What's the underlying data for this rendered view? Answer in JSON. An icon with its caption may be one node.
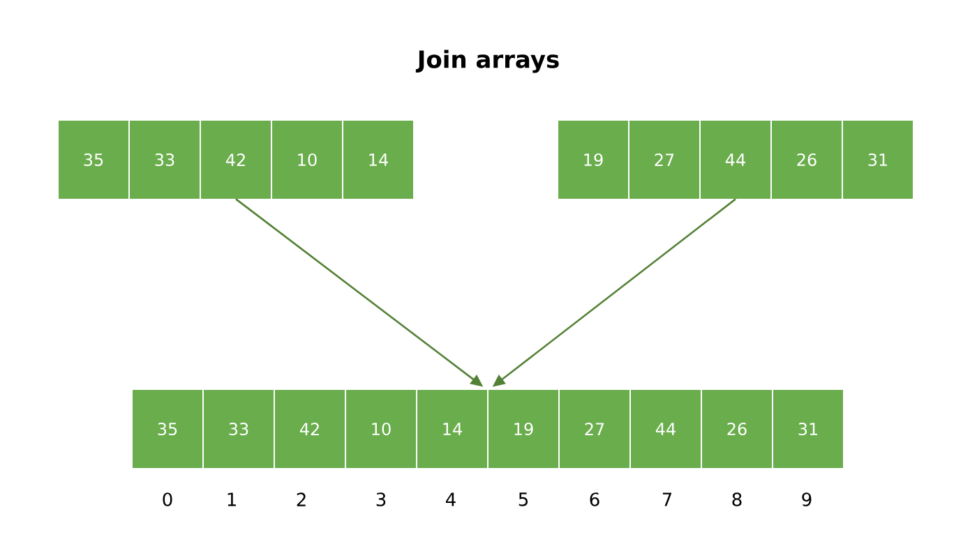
{
  "diagram": {
    "title": "Join arrays",
    "nodes": [
      {
        "text": [
          "35"
        ]
      },
      {
        "text": [
          "33"
        ]
      },
      {
        "text": [
          "42"
        ]
      },
      {
        "text": [
          "10"
        ]
      },
      {
        "text": [
          "14"
        ]
      },
      {
        "text": [
          "19"
        ]
      },
      {
        "text": [
          "27"
        ]
      },
      {
        "text": [
          "44"
        ]
      },
      {
        "text": [
          "26"
        ]
      },
      {
        "text": [
          "31"
        ]
      },
      {
        "text": [
          "35"
        ],
        "beside": [
          "0"
        ]
      },
      {
        "text": [
          "33"
        ],
        "beside": [
          "1"
        ]
      },
      {
        "text": [
          "42"
        ],
        "beside": [
          "2"
        ]
      },
      {
        "text": [
          "10"
        ],
        "beside": [
          "3"
        ]
      },
      {
        "text": [
          "14"
        ],
        "beside": [
          "4"
        ]
      },
      {
        "text": [
          "19"
        ],
        "beside": [
          "5"
        ]
      },
      {
        "text": [
          "27"
        ],
        "beside": [
          "6"
        ]
      },
      {
        "text": [
          "44"
        ],
        "beside": [
          "7"
        ]
      },
      {
        "text": [
          "26"
        ],
        "beside": [
          "8"
        ]
      },
      {
        "text": [
          "31"
        ],
        "beside": [
          "9"
        ]
      }
    ],
    "edges": [
      {
        "from": 2,
        "to": 14,
        "arrow": "to"
      },
      {
        "from": 7,
        "to": 15,
        "arrow": "to"
      }
    ]
  }
}
